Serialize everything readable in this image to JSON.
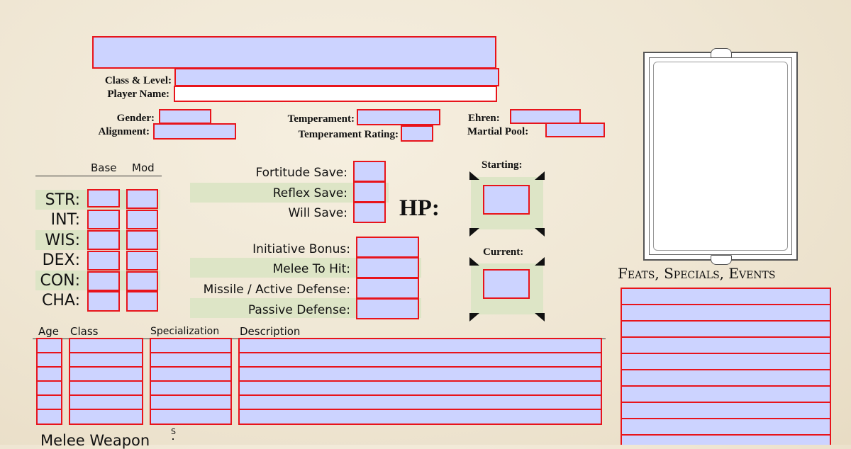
{
  "header": {
    "class_level_label": "Class & Level:",
    "player_name_label": "Player Name:",
    "gender_label": "Gender:",
    "alignment_label": "Alignment:",
    "temperament_label": "Temperament:",
    "temperament_rating_label": "Temperament Rating:",
    "ehren_label": "Ehren:",
    "martial_pool_label": "Martial Pool:"
  },
  "abilities": {
    "base_label": "Base",
    "mod_label": "Mod",
    "names": [
      "STR:",
      "INT:",
      "WIS:",
      "DEX:",
      "CON:",
      "CHA:"
    ]
  },
  "saves": {
    "fortitude": "Fortitude Save:",
    "reflex": "Reflex Save:",
    "will": "Will Save:"
  },
  "combat": {
    "initiative": "Initiative Bonus:",
    "melee": "Melee To Hit:",
    "missile": "Missile / Active Defense:",
    "passive": "Passive Defense:"
  },
  "hp": {
    "label": "HP:",
    "starting_label": "Starting:",
    "current_label": "Current:"
  },
  "feats": {
    "title": "Feats, Specials, Events"
  },
  "history": {
    "age_label": "Age",
    "class_label": "Class",
    "specialization_label": "Specialization",
    "description_label": "Description"
  },
  "weapons": {
    "melee_label": "Melee Weapon",
    "size_label": "S"
  },
  "colors": {
    "field_fill": "#ccd3ff",
    "field_border": "#e8141b",
    "band": "#dde5c6"
  }
}
